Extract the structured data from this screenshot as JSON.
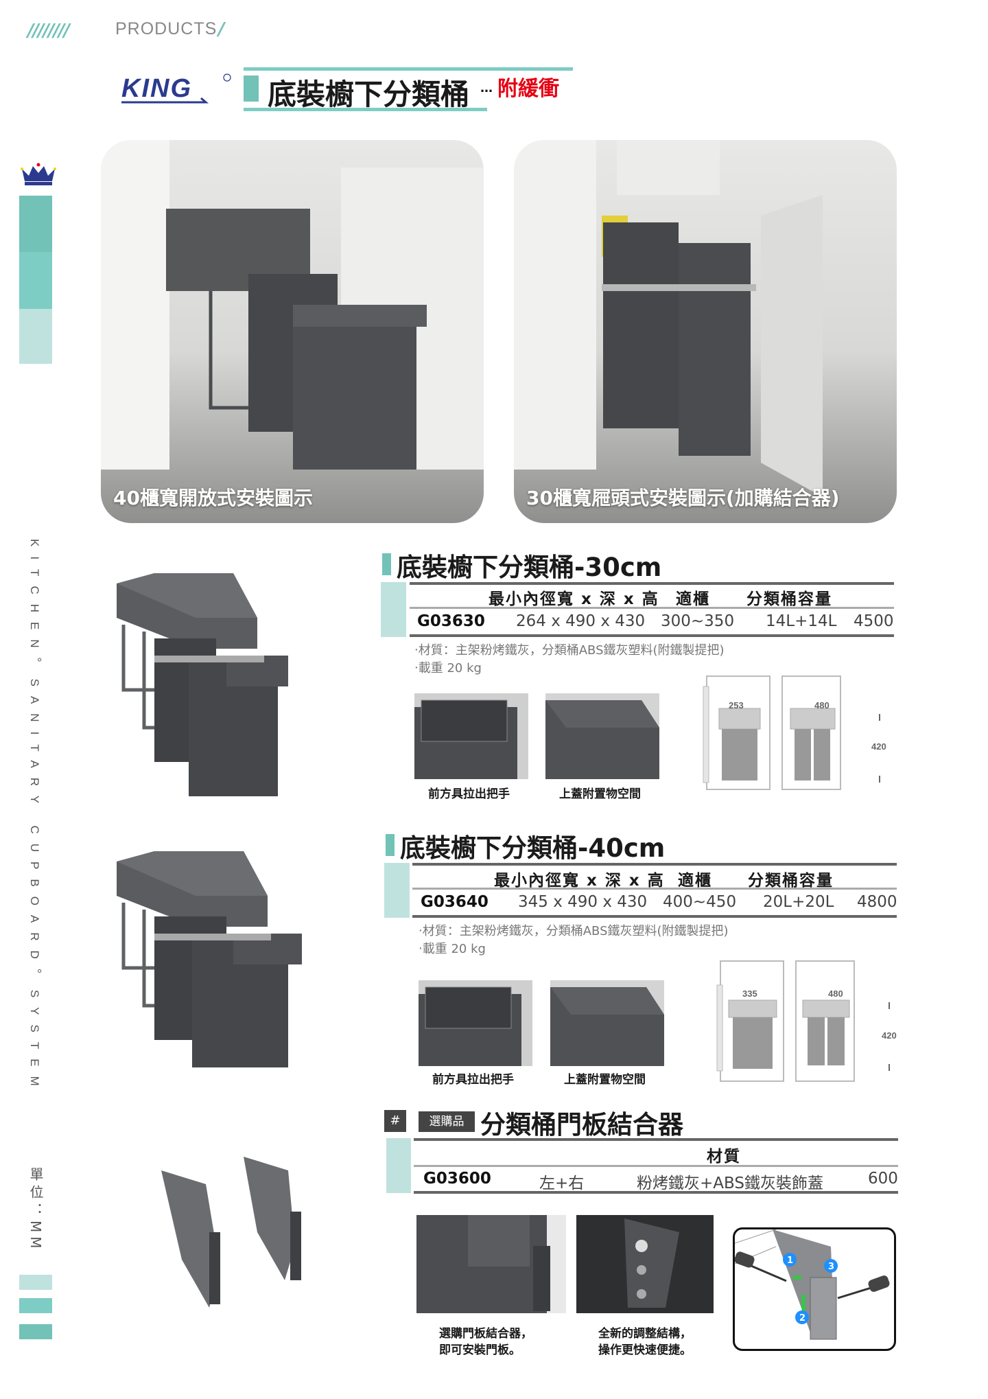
{
  "header": {
    "section_label": "PRODUCTS",
    "brand": "KING",
    "main_title": "底裝櫥下分類桶",
    "title_suffix": "…",
    "title_highlight": "附緩衝"
  },
  "sidebar": {
    "vertical_text": "KITCHEN。SANITARY CUPBOARD。SYSTEM",
    "unit": "單位：MM",
    "colors": [
      "#72c2b8",
      "#7ecdc4",
      "#bfe2df"
    ]
  },
  "photos": [
    {
      "caption": "40櫃寬開放式安裝圖示"
    },
    {
      "caption": "30櫃寬屜頭式安裝圖示(加購結合器)"
    }
  ],
  "products": [
    {
      "title": "底裝櫥下分類桶-30cm",
      "headers": [
        "最小內徑寬 x 深 x 高",
        "適櫃",
        "分類桶容量"
      ],
      "row": {
        "code": "G03630",
        "size": "264 x 490 x 430",
        "cabinet": "300~350",
        "capacity": "14L+14L",
        "price": "4500"
      },
      "notes": [
        "‧材質：主架粉烤鐵灰，分類桶ABS鐵灰塑料(附鐵製提把)",
        "‧載重 20 kg"
      ],
      "thumbs": [
        "前方具拉出把手",
        "上蓋附置物空間"
      ],
      "diagram": {
        "width": "253",
        "depth": "480",
        "height": "420"
      }
    },
    {
      "title": "底裝櫥下分類桶-40cm",
      "headers": [
        "最小內徑寬 x 深 x 高",
        "適櫃",
        "分類桶容量"
      ],
      "row": {
        "code": "G03640",
        "size": "345 x 490 x 430",
        "cabinet": "400~450",
        "capacity": "20L+20L",
        "price": "4800"
      },
      "notes": [
        "‧材質：主架粉烤鐵灰，分類桶ABS鐵灰塑料(附鐵製提把)",
        "‧載重 20 kg"
      ],
      "thumbs": [
        "前方具拉出把手",
        "上蓋附置物空間"
      ],
      "diagram": {
        "width": "335",
        "depth": "480",
        "height": "420"
      }
    }
  ],
  "accessory": {
    "hash": "#",
    "badge": "選購品",
    "title": "分類桶門板結合器",
    "header": "材質",
    "row": {
      "code": "G03600",
      "side": "左+右",
      "material": "粉烤鐵灰+ABS鐵灰裝飾蓋",
      "price": "600"
    },
    "captions": [
      [
        "選購門板結合器，",
        "即可安裝門板。"
      ],
      [
        "全新的調整結構，",
        "操作更快速便捷。"
      ]
    ],
    "steps": [
      "1",
      "2",
      "3"
    ]
  }
}
